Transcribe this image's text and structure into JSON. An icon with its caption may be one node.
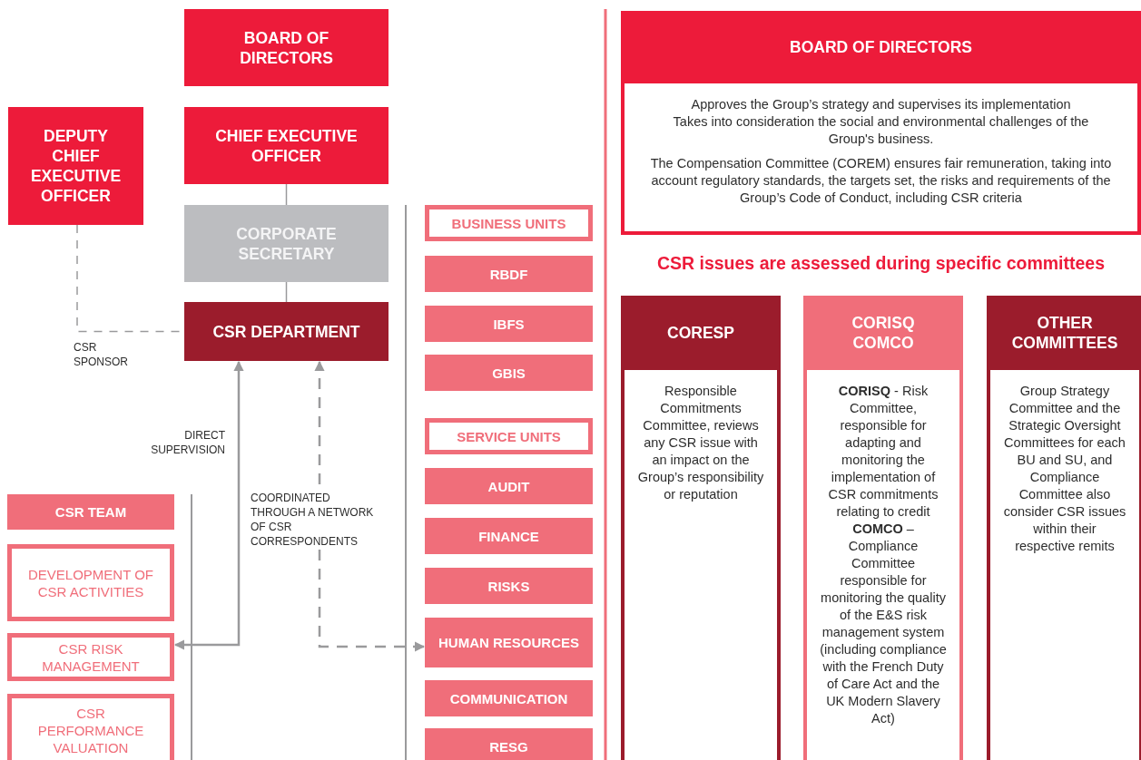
{
  "diagram": {
    "nodes": [
      {
        "text": [
          "BOARD OF DIRECTORS"
        ]
      },
      {
        "text": [
          "DEPUTY CHIEF EXECUTIVE OFFICER"
        ]
      },
      {
        "text": [
          "CHIEF EXECUTIVE OFFICER"
        ]
      },
      {
        "text": [
          "CORPORATE SECRETARY"
        ]
      },
      {
        "text": [
          "CSR DEPARTMENT"
        ]
      },
      {
        "text": [
          "CSR TEAM"
        ]
      },
      {
        "text": [
          "DEVELOPMENT OF CSR ACTIVITIES"
        ]
      },
      {
        "text": [
          "CSR RISK MANAGEMENT"
        ]
      },
      {
        "text": [
          "CSR PERFORMANCE VALUATION"
        ]
      },
      {
        "text": [
          "BUSINESS UNITS"
        ]
      },
      {
        "text": [
          "RBDF"
        ]
      },
      {
        "text": [
          "IBFS"
        ]
      },
      {
        "text": [
          "GBIS"
        ]
      },
      {
        "text": [
          "SERVICE UNITS"
        ]
      },
      {
        "text": [
          "AUDIT"
        ]
      },
      {
        "text": [
          "FINANCE"
        ]
      },
      {
        "text": [
          "RISKS"
        ]
      },
      {
        "text": [
          "HUMAN RESOURCES"
        ]
      },
      {
        "text": [
          "COMMUNICATION"
        ]
      },
      {
        "text": [
          "RESG"
        ]
      },
      {
        "text": [
          "BOARD OF DIRECTORS",
          "Approves the Group’s strategy and supervises its implementation",
          "Takes into consideration the social and environmental challenges of the Group's business.",
          "The Compensation Committee (COREM) ensures fair remuneration, taking into account regulatory standards, the targets set, the risks and requirements of the Group’s Code of Conduct, including CSR criteria"
        ]
      },
      {
        "text": [
          "CORESP",
          "Responsible Commitments Committee, reviews any CSR issue with an impact on the Group’s responsibility or reputation"
        ]
      },
      {
        "text": [
          "CORISQ COMCO",
          "**CORISQ** - Risk Committee, responsible for adapting and monitoring the implementation of CSR commitments relating to credit",
          "**COMCO** – Compliance Committee responsible for monitoring the quality of the E&S risk management system (including compliance with the French Duty of Care Act and the UK Modern Slavery Act)"
        ]
      },
      {
        "text": [
          "OTHER COMMITTEES",
          "Group Strategy Committee and the Strategic Oversight Committees for each BU and SU, and Compliance Committee also consider CSR issues within their respective remits"
        ]
      }
    ],
    "edges": [
      {
        "from": 2,
        "to": 3,
        "arrow": "none"
      },
      {
        "from": 3,
        "to": 4,
        "arrow": "none"
      },
      {
        "from": 1,
        "to": 4,
        "arrow": "none",
        "style": "dashed",
        "label": "CSR SPONSOR"
      },
      {
        "from": 7,
        "to": 4,
        "arrow": "both",
        "label": "DIRECT SUPERVISION"
      },
      {
        "from": 17,
        "to": 4,
        "arrow": "both",
        "style": "dashed",
        "label": "COORDINATED THROUGH A NETWORK OF CSR CORRESPONDENTS"
      }
    ],
    "labels": [
      "CSR issues are assessed during specific committees"
    ]
  }
}
